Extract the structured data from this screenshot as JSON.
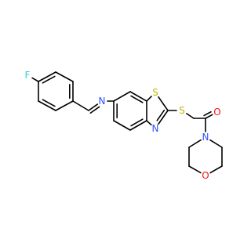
{
  "molecule": {
    "atoms": {
      "fluorine": {
        "symbol": "F",
        "color": "#33CCCC"
      },
      "imine_nitrogen": {
        "symbol": "N",
        "color": "#3050F8"
      },
      "thiazole_sulfur": {
        "symbol": "S",
        "color": "#C8B400"
      },
      "thiazole_nitrogen": {
        "symbol": "N",
        "color": "#3050F8"
      },
      "thioether_sulfur": {
        "symbol": "S",
        "color": "#C8B400"
      },
      "carbonyl_oxygen": {
        "symbol": "O",
        "color": "#FF0D0D"
      },
      "morpholine_nitrogen": {
        "symbol": "N",
        "color": "#3050F8"
      },
      "morpholine_oxygen": {
        "symbol": "O",
        "color": "#FF0D0D"
      }
    },
    "bond_color": "#000000"
  }
}
